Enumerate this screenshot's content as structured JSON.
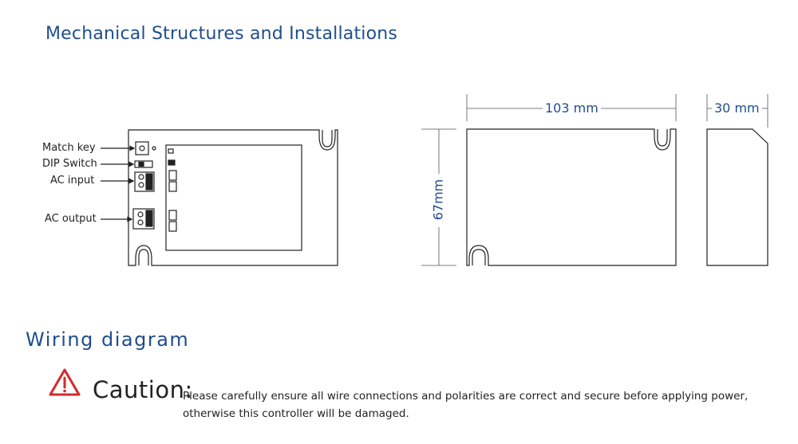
{
  "mechanical": {
    "title": "Mechanical Structures and Installations",
    "labels": {
      "match_key": "Match key",
      "dip_switch": "DIP Switch",
      "ac_input": "AC input",
      "ac_output": "AC output"
    },
    "dimensions": {
      "length": "103 mm",
      "height": "67mm",
      "depth": "30 mm"
    }
  },
  "wiring": {
    "title": "Wiring diagram",
    "caution_word": "Caution:",
    "caution_text": "Please carefully ensure all wire connections and polarities are correct and secure before applying power, otherwise this controller will be damaged."
  }
}
